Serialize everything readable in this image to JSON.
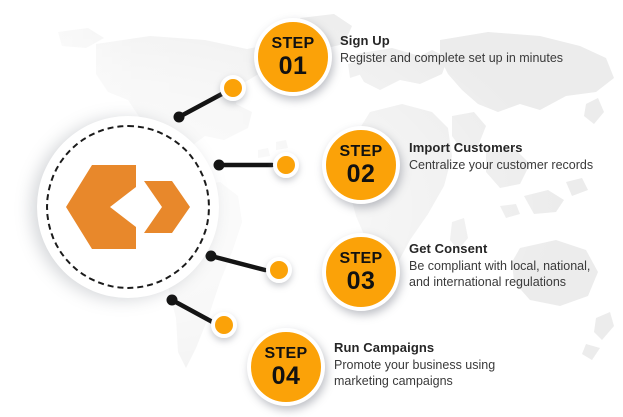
{
  "graphic": {
    "kind": "process-infographic",
    "background": "world-map-silhouette",
    "colors": {
      "step_orange": "#FBA208",
      "logo_orange": "#E8882B",
      "connector_black": "#141414",
      "map_grey": "#ECECEC",
      "title_text": "#262626",
      "body_text": "#3a3a3a",
      "ring_white": "#FFFFFF"
    }
  },
  "hub": {
    "logo_name": "chevron-pair-logo",
    "dashed_ring": true
  },
  "steps": [
    {
      "step_word": "STEP",
      "step_number": "01",
      "title": "Sign Up",
      "description": "Register and complete set up in minutes",
      "dot_name": "connector-dot-1"
    },
    {
      "step_word": "STEP",
      "step_number": "02",
      "title": "Import Customers",
      "description": "Centralize your customer records",
      "dot_name": "connector-dot-2"
    },
    {
      "step_word": "STEP",
      "step_number": "03",
      "title": "Get Consent",
      "description": "Be compliant with local, national, and international regulations",
      "dot_name": "connector-dot-3"
    },
    {
      "step_word": "STEP",
      "step_number": "04",
      "title": "Run Campaigns",
      "description": "Promote your business using marketing campaigns",
      "dot_name": "connector-dot-4"
    }
  ]
}
